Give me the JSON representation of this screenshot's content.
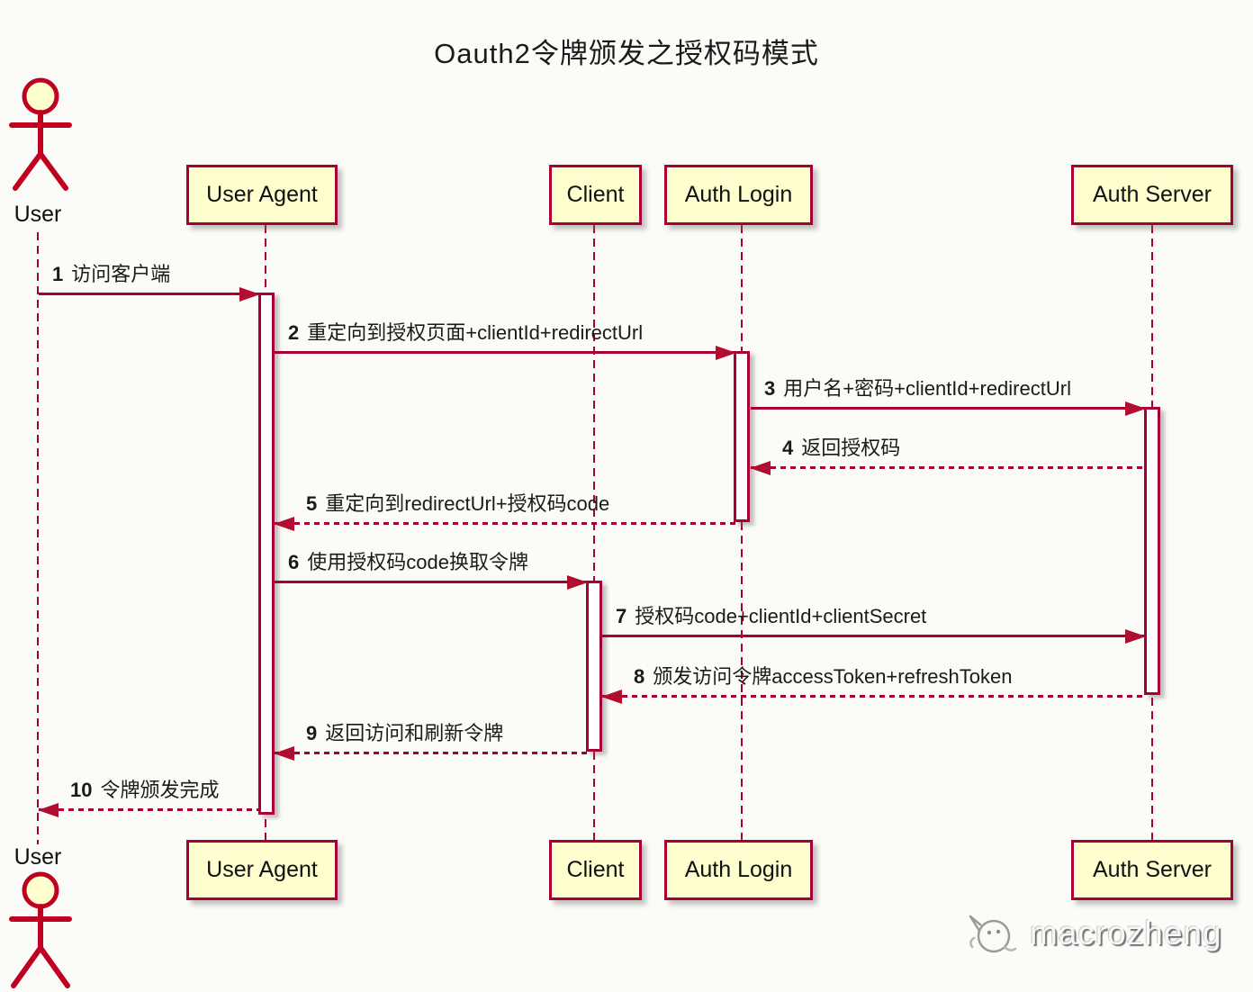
{
  "title": "Oauth2令牌颁发之授权码模式",
  "diagram_type": "sequence",
  "actors": {
    "top_label": "User",
    "bottom_label": "User"
  },
  "participants": [
    {
      "id": "user-agent",
      "label": "User Agent"
    },
    {
      "id": "client",
      "label": "Client"
    },
    {
      "id": "auth-login",
      "label": "Auth Login"
    },
    {
      "id": "auth-server",
      "label": "Auth Server"
    }
  ],
  "messages": [
    {
      "num": "1",
      "text": "访问客户端",
      "from": "User",
      "to": "User Agent",
      "line": "solid"
    },
    {
      "num": "2",
      "text": "重定向到授权页面+clientId+redirectUrl",
      "from": "User Agent",
      "to": "Auth Login",
      "line": "solid"
    },
    {
      "num": "3",
      "text": "用户名+密码+clientId+redirectUrl",
      "from": "Auth Login",
      "to": "Auth Server",
      "line": "solid"
    },
    {
      "num": "4",
      "text": "返回授权码",
      "from": "Auth Server",
      "to": "Auth Login",
      "line": "dashed"
    },
    {
      "num": "5",
      "text": "重定向到redirectUrl+授权码code",
      "from": "Auth Login",
      "to": "User Agent",
      "line": "dashed"
    },
    {
      "num": "6",
      "text": "使用授权码code换取令牌",
      "from": "User Agent",
      "to": "Client",
      "line": "solid"
    },
    {
      "num": "7",
      "text": "授权码code+clientId+clientSecret",
      "from": "Client",
      "to": "Auth Server",
      "line": "solid"
    },
    {
      "num": "8",
      "text": "颁发访问令牌accessToken+refreshToken",
      "from": "Auth Server",
      "to": "Client",
      "line": "dashed"
    },
    {
      "num": "9",
      "text": "返回访问和刷新令牌",
      "from": "Client",
      "to": "User Agent",
      "line": "dashed"
    },
    {
      "num": "10",
      "text": "令牌颁发完成",
      "from": "User Agent",
      "to": "User",
      "line": "dashed"
    }
  ],
  "watermark": {
    "text": "macrozheng"
  },
  "colors": {
    "line": "#A80036",
    "arrowhead": "#B00D31",
    "actor_line": "#C00021",
    "box_fill": "#FEFECE",
    "box_border": "#A80036",
    "background": "#FBFBF8",
    "text": "#000000"
  }
}
